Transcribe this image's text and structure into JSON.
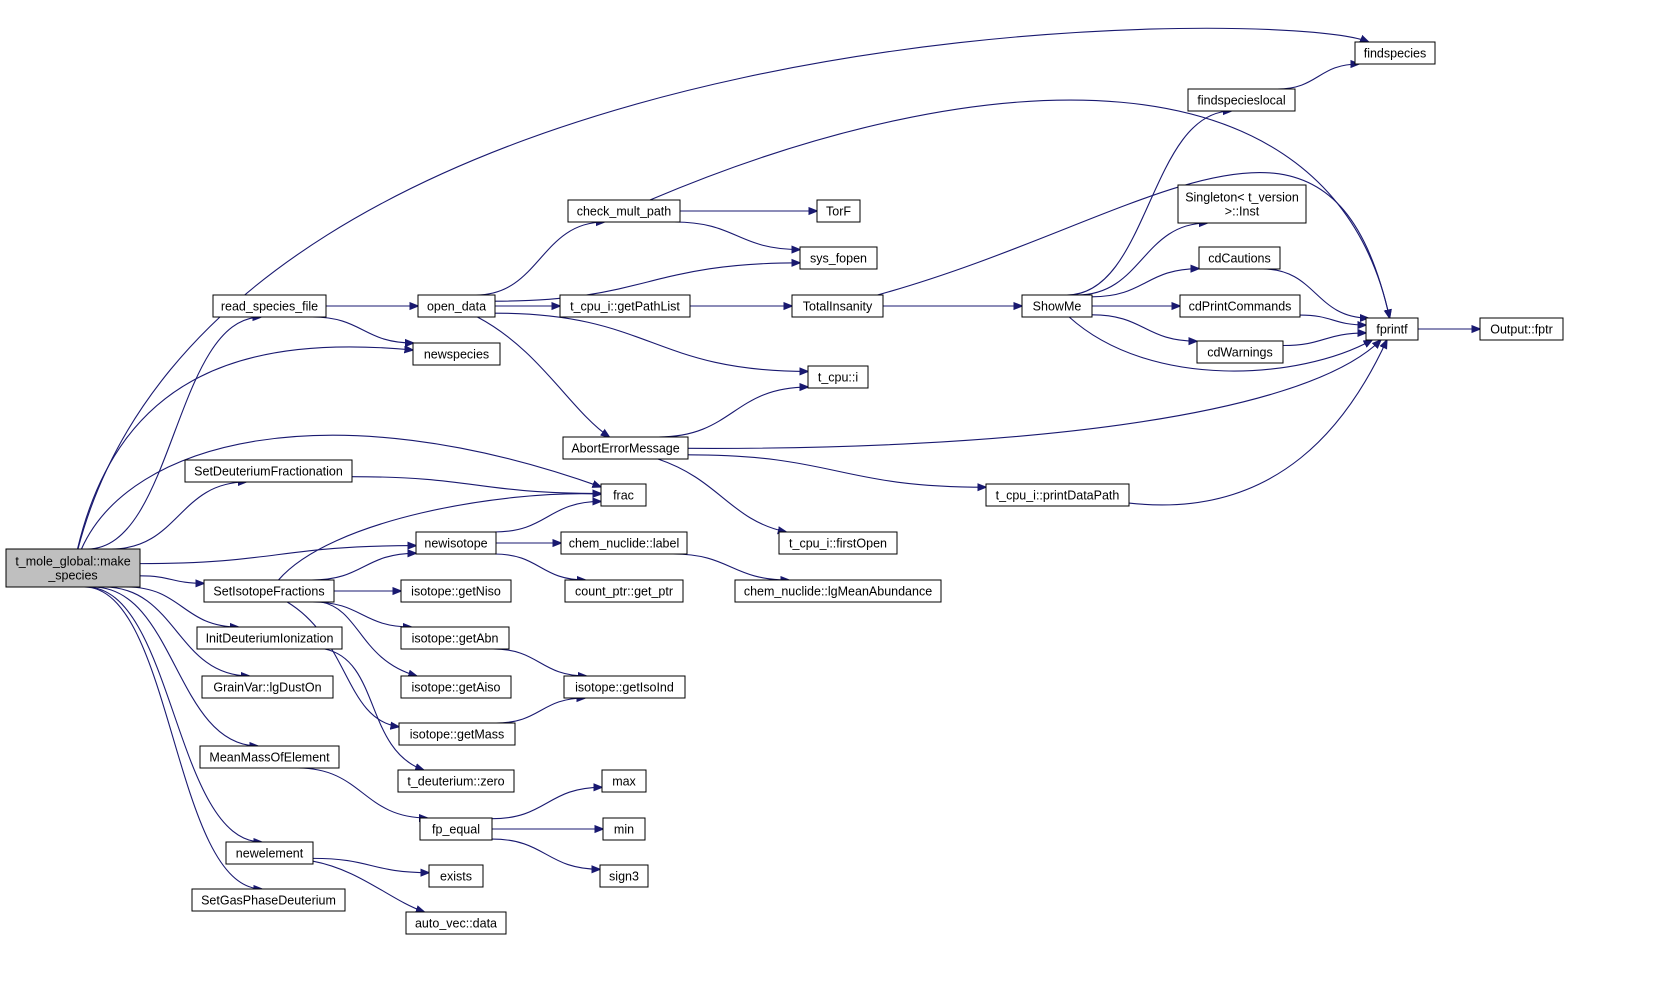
{
  "root": "make_species",
  "nodes": [
    {
      "id": "make_species",
      "lines": [
        "t_mole_global::make",
        "_species"
      ],
      "root": true
    },
    {
      "id": "findspecies",
      "lines": [
        "findspecies"
      ]
    },
    {
      "id": "findspecieslocal",
      "lines": [
        "findspecieslocal"
      ]
    },
    {
      "id": "check_mult_path",
      "lines": [
        "check_mult_path"
      ]
    },
    {
      "id": "TorF",
      "lines": [
        "TorF"
      ]
    },
    {
      "id": "sys_fopen",
      "lines": [
        "sys_fopen"
      ]
    },
    {
      "id": "Singleton",
      "lines": [
        "Singleton< t_version",
        ">::Inst"
      ]
    },
    {
      "id": "cdCautions",
      "lines": [
        "cdCautions"
      ]
    },
    {
      "id": "read_species_file",
      "lines": [
        "read_species_file"
      ]
    },
    {
      "id": "open_data",
      "lines": [
        "open_data"
      ]
    },
    {
      "id": "getPathList",
      "lines": [
        "t_cpu_i::getPathList"
      ]
    },
    {
      "id": "TotalInsanity",
      "lines": [
        "TotalInsanity"
      ]
    },
    {
      "id": "ShowMe",
      "lines": [
        "ShowMe"
      ]
    },
    {
      "id": "cdPrintCommands",
      "lines": [
        "cdPrintCommands"
      ]
    },
    {
      "id": "fprintf",
      "lines": [
        "fprintf"
      ]
    },
    {
      "id": "Output_fptr",
      "lines": [
        "Output::fptr"
      ]
    },
    {
      "id": "newspecies",
      "lines": [
        "newspecies"
      ]
    },
    {
      "id": "cdWarnings",
      "lines": [
        "cdWarnings"
      ]
    },
    {
      "id": "t_cpu_i",
      "lines": [
        "t_cpu::i"
      ]
    },
    {
      "id": "AbortErrorMessage",
      "lines": [
        "AbortErrorMessage"
      ]
    },
    {
      "id": "SetDeuteriumFractionation",
      "lines": [
        "SetDeuteriumFractionation"
      ]
    },
    {
      "id": "frac",
      "lines": [
        "frac"
      ]
    },
    {
      "id": "printDataPath",
      "lines": [
        "t_cpu_i::printDataPath"
      ]
    },
    {
      "id": "newisotope",
      "lines": [
        "newisotope"
      ]
    },
    {
      "id": "chem_nuclide_label",
      "lines": [
        "chem_nuclide::label"
      ]
    },
    {
      "id": "firstOpen",
      "lines": [
        "t_cpu_i::firstOpen"
      ]
    },
    {
      "id": "SetIsotopeFractions",
      "lines": [
        "SetIsotopeFractions"
      ]
    },
    {
      "id": "getNiso",
      "lines": [
        "isotope::getNiso"
      ]
    },
    {
      "id": "get_ptr",
      "lines": [
        "count_ptr::get_ptr"
      ]
    },
    {
      "id": "lgMeanAbundance",
      "lines": [
        "chem_nuclide::lgMeanAbundance"
      ]
    },
    {
      "id": "InitDeuteriumIonization",
      "lines": [
        "InitDeuteriumIonization"
      ]
    },
    {
      "id": "getAbn",
      "lines": [
        "isotope::getAbn"
      ]
    },
    {
      "id": "lgDustOn",
      "lines": [
        "GrainVar::lgDustOn"
      ]
    },
    {
      "id": "getAiso",
      "lines": [
        "isotope::getAiso"
      ]
    },
    {
      "id": "getIsoInd",
      "lines": [
        "isotope::getIsoInd"
      ]
    },
    {
      "id": "getMass",
      "lines": [
        "isotope::getMass"
      ]
    },
    {
      "id": "MeanMassOfElement",
      "lines": [
        "MeanMassOfElement"
      ]
    },
    {
      "id": "max",
      "lines": [
        "max"
      ]
    },
    {
      "id": "t_deuterium_zero",
      "lines": [
        "t_deuterium::zero"
      ]
    },
    {
      "id": "fp_equal",
      "lines": [
        "fp_equal"
      ]
    },
    {
      "id": "min",
      "lines": [
        "min"
      ]
    },
    {
      "id": "newelement",
      "lines": [
        "newelement"
      ]
    },
    {
      "id": "exists",
      "lines": [
        "exists"
      ]
    },
    {
      "id": "sign3",
      "lines": [
        "sign3"
      ]
    },
    {
      "id": "SetGasPhaseDeuterium",
      "lines": [
        "SetGasPhaseDeuterium"
      ]
    },
    {
      "id": "auto_vec_data",
      "lines": [
        "auto_vec::data"
      ]
    }
  ],
  "edges": [
    [
      "make_species",
      "findspecies"
    ],
    [
      "make_species",
      "read_species_file"
    ],
    [
      "make_species",
      "newspecies"
    ],
    [
      "make_species",
      "frac"
    ],
    [
      "make_species",
      "SetDeuteriumFractionation"
    ],
    [
      "make_species",
      "newisotope"
    ],
    [
      "make_species",
      "SetIsotopeFractions"
    ],
    [
      "make_species",
      "InitDeuteriumIonization"
    ],
    [
      "make_species",
      "lgDustOn"
    ],
    [
      "make_species",
      "MeanMassOfElement"
    ],
    [
      "make_species",
      "newelement"
    ],
    [
      "make_species",
      "SetGasPhaseDeuterium"
    ],
    [
      "read_species_file",
      "open_data"
    ],
    [
      "read_species_file",
      "newspecies"
    ],
    [
      "open_data",
      "check_mult_path"
    ],
    [
      "open_data",
      "sys_fopen"
    ],
    [
      "open_data",
      "getPathList"
    ],
    [
      "open_data",
      "t_cpu_i"
    ],
    [
      "open_data",
      "AbortErrorMessage"
    ],
    [
      "check_mult_path",
      "TorF"
    ],
    [
      "check_mult_path",
      "sys_fopen"
    ],
    [
      "check_mult_path",
      "fprintf"
    ],
    [
      "getPathList",
      "TotalInsanity"
    ],
    [
      "TotalInsanity",
      "ShowMe"
    ],
    [
      "TotalInsanity",
      "fprintf"
    ],
    [
      "ShowMe",
      "findspecieslocal"
    ],
    [
      "ShowMe",
      "Singleton"
    ],
    [
      "ShowMe",
      "cdCautions"
    ],
    [
      "ShowMe",
      "cdPrintCommands"
    ],
    [
      "ShowMe",
      "cdWarnings"
    ],
    [
      "ShowMe",
      "fprintf"
    ],
    [
      "findspecieslocal",
      "findspecies"
    ],
    [
      "cdCautions",
      "fprintf"
    ],
    [
      "cdPrintCommands",
      "fprintf"
    ],
    [
      "cdWarnings",
      "fprintf"
    ],
    [
      "fprintf",
      "Output_fptr"
    ],
    [
      "AbortErrorMessage",
      "t_cpu_i"
    ],
    [
      "AbortErrorMessage",
      "fprintf"
    ],
    [
      "AbortErrorMessage",
      "printDataPath"
    ],
    [
      "AbortErrorMessage",
      "firstOpen"
    ],
    [
      "printDataPath",
      "fprintf"
    ],
    [
      "SetDeuteriumFractionation",
      "frac"
    ],
    [
      "newisotope",
      "frac"
    ],
    [
      "newisotope",
      "chem_nuclide_label"
    ],
    [
      "newisotope",
      "get_ptr"
    ],
    [
      "chem_nuclide_label",
      "lgMeanAbundance"
    ],
    [
      "SetIsotopeFractions",
      "frac"
    ],
    [
      "SetIsotopeFractions",
      "newisotope"
    ],
    [
      "SetIsotopeFractions",
      "getNiso"
    ],
    [
      "SetIsotopeFractions",
      "getAbn"
    ],
    [
      "SetIsotopeFractions",
      "getAiso"
    ],
    [
      "SetIsotopeFractions",
      "getMass"
    ],
    [
      "getAbn",
      "getIsoInd"
    ],
    [
      "getMass",
      "getIsoInd"
    ],
    [
      "InitDeuteriumIonization",
      "t_deuterium_zero"
    ],
    [
      "MeanMassOfElement",
      "fp_equal"
    ],
    [
      "fp_equal",
      "max"
    ],
    [
      "fp_equal",
      "min"
    ],
    [
      "fp_equal",
      "sign3"
    ],
    [
      "newelement",
      "exists"
    ],
    [
      "newelement",
      "auto_vec_data"
    ]
  ]
}
